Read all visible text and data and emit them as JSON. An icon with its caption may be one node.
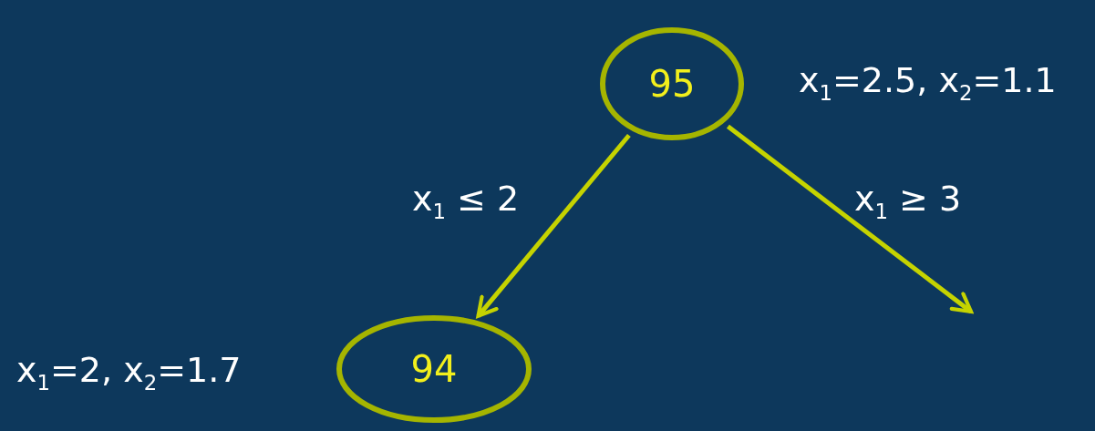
{
  "diagram": {
    "nodes": [
      {
        "text": [
          "95"
        ],
        "beside": [
          "x$_{1}$=2.5, x$_{2}$=1.1"
        ]
      },
      {
        "text": [
          "94"
        ],
        "beside": [
          "x$_{1}$=2, x$_{2}$=1.7"
        ]
      }
    ],
    "edges": [
      {
        "from": 0,
        "to": 1,
        "arrow": "to",
        "label": "x$_{1}$ ≤ 2"
      },
      {
        "from": 0,
        "to": null,
        "arrow": "to",
        "label": "x$_{1}$ ≥ 3"
      }
    ]
  }
}
